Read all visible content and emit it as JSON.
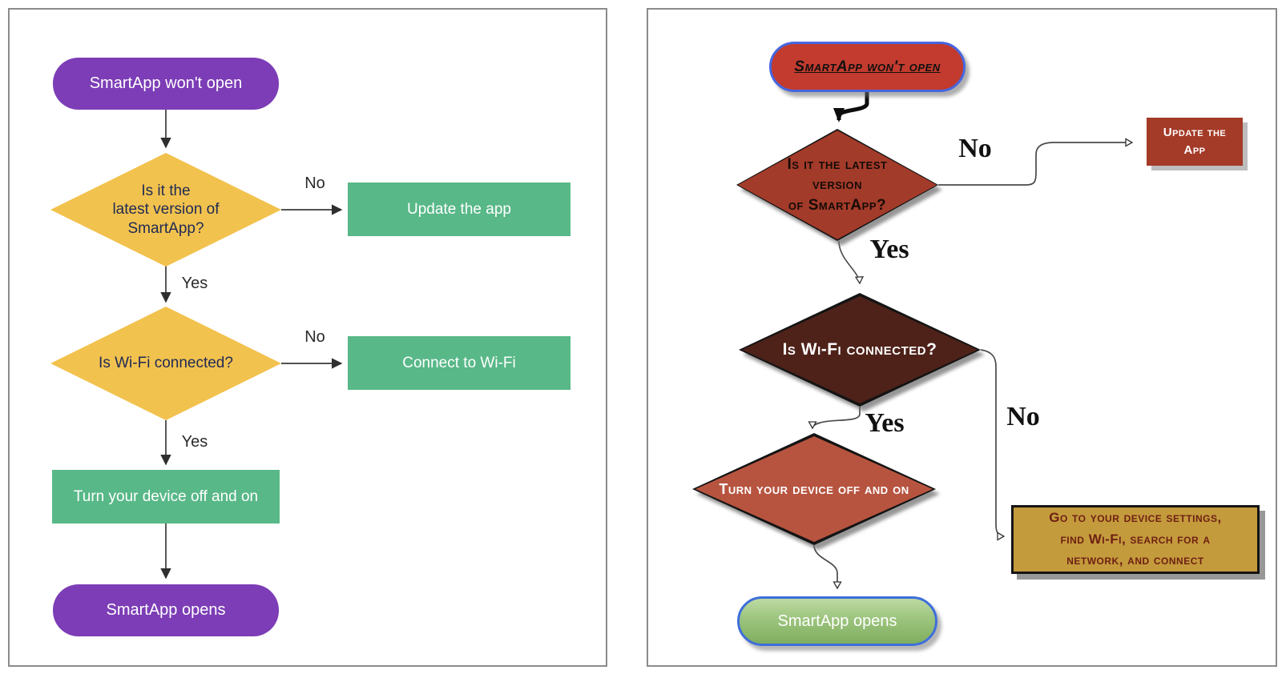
{
  "left_panel": {
    "style_name": "clean flowchart",
    "start_label": "SmartApp won't open",
    "decision_version": {
      "line1": "Is it the",
      "line2": "latest version of",
      "line3": "SmartApp?"
    },
    "update_label": "Update the app",
    "decision_wifi_label": "Is Wi-Fi connected?",
    "connect_label": "Connect to Wi-Fi",
    "restart_label": "Turn your device off and on",
    "end_label": "SmartApp opens",
    "edge_no1": "No",
    "edge_yes1": "Yes",
    "edge_no2": "No",
    "edge_yes2": "Yes",
    "colors": {
      "terminator_purple": "#7C3DB6",
      "decision_yellow": "#F2C24E",
      "action_green": "#58B888",
      "decision_text_navy": "#1F2A55",
      "arrow": "#3A3A3A"
    }
  },
  "right_panel": {
    "style_name": "hand-drawn flowchart",
    "start_label": "SmartApp won't open",
    "decision_version": {
      "line1": "Is it the latest",
      "line2": "version",
      "line3": "of SmartApp?"
    },
    "update_label": "Update the App",
    "decision_wifi_label": "Is Wi-Fi connected?",
    "restart_label": "Turn your device off and on",
    "settings_box": {
      "line1": "Go to your device settings,",
      "line2": "find Wi-Fi, search for a",
      "line3": "network, and connect"
    },
    "end_label": "SmartApp opens",
    "edge_no1": "No",
    "edge_yes1": "Yes",
    "edge_no2": "No",
    "edge_yes2": "Yes",
    "colors": {
      "start_pill_red": "#C23B2E",
      "pill_border_blue": "#4666E0",
      "decision_version_red": "#A33B2A",
      "update_box_red": "#A43A28",
      "decision_wifi_brown": "#4E2219",
      "decision_restart_orange": "#B75440",
      "settings_gold": "#C49B3C",
      "settings_text_maroon": "#6E2014",
      "end_pill_green": "#7FAE5E",
      "end_pill_border_blue": "#3E6EDB",
      "shadow_gray": "#989898"
    }
  }
}
